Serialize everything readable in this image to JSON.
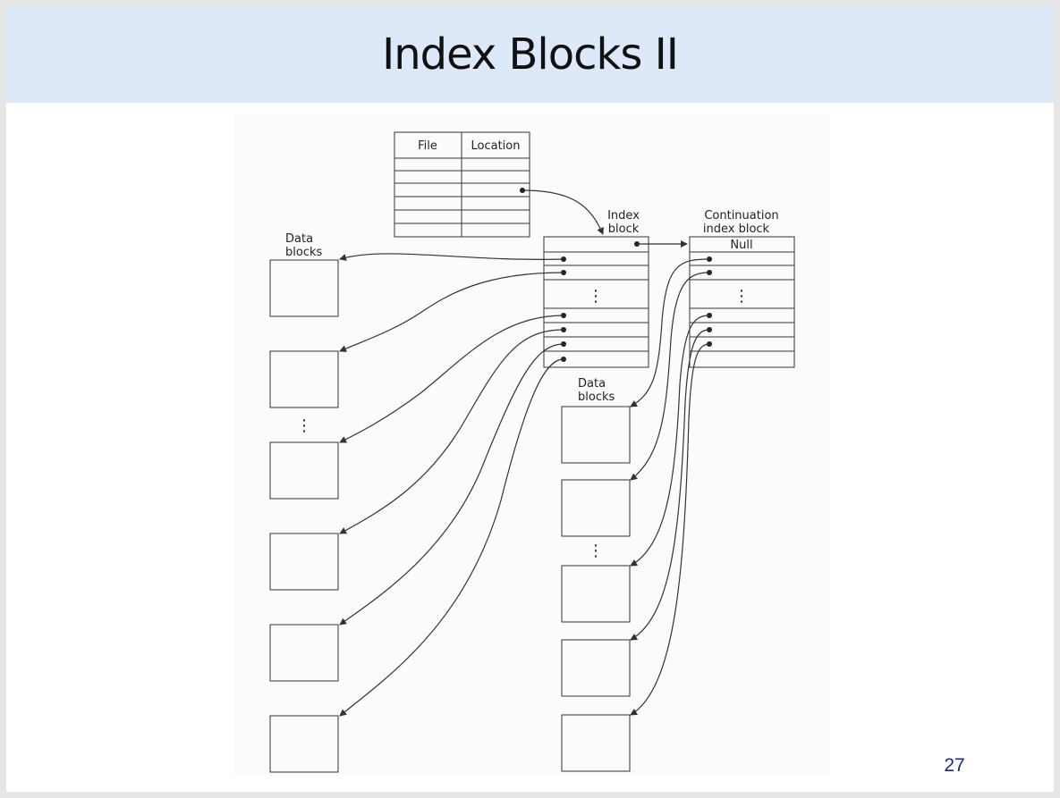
{
  "slide": {
    "title": "Index Blocks II",
    "page_number": "27"
  },
  "diagram": {
    "directory": {
      "headers": [
        "File",
        "Location"
      ]
    },
    "index_block": {
      "label_line1": "Index",
      "label_line2": "block"
    },
    "continuation_block": {
      "label_line1": "Continuation",
      "label_line2": "index block",
      "null_text": "Null"
    },
    "left_data_blocks": {
      "label_line1": "Data",
      "label_line2": "blocks"
    },
    "right_data_blocks": {
      "label_line1": "Data",
      "label_line2": "blocks"
    },
    "ellipsis": "⋮"
  },
  "colors": {
    "title_bar": "#dde9f9",
    "page_number": "#1e2a78",
    "line": "#333333"
  }
}
